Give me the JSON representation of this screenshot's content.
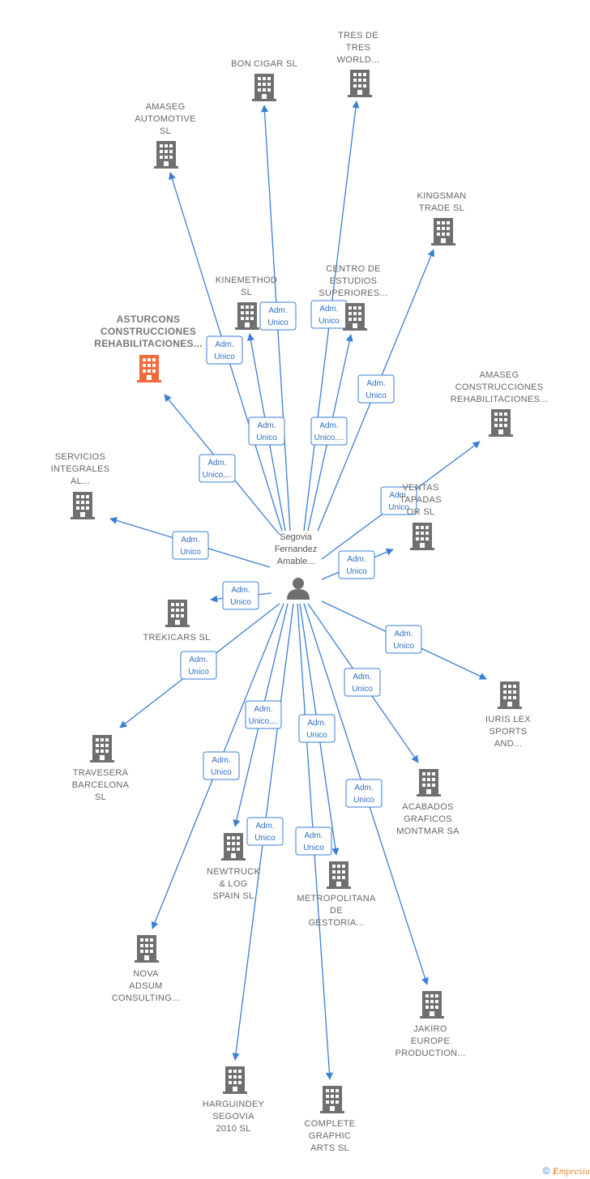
{
  "colors": {
    "edge": "#3a7fd5",
    "building": "#6f6f6f",
    "highlight": "#f26b3a",
    "person": "#6f6f6f"
  },
  "person": {
    "icon": "person-icon",
    "label": [
      "Segovia",
      "Fernandez",
      "Amable..."
    ]
  },
  "companies": [
    {
      "id": "bon-cigar",
      "lines": [
        "BON CIGAR  SL"
      ],
      "edge_label": [
        "Adm.",
        "Unico"
      ]
    },
    {
      "id": "tres-de-tres",
      "lines": [
        "TRES DE",
        "TRES",
        "WORLD..."
      ],
      "edge_label": [
        "Adm.",
        "Unico"
      ]
    },
    {
      "id": "amaseg-automotive",
      "lines": [
        "AMASEG",
        "AUTOMOTIVE",
        "SL"
      ],
      "edge_label": [
        "Adm.",
        "Unico"
      ]
    },
    {
      "id": "kingsman",
      "lines": [
        "KINGSMAN",
        "TRADE  SL"
      ],
      "edge_label": [
        "Adm.",
        "Unico"
      ]
    },
    {
      "id": "kinemethod",
      "lines": [
        "KINEMETHOD",
        "SL"
      ],
      "edge_label": [
        "Adm.",
        "Unico"
      ]
    },
    {
      "id": "centro-estudios",
      "lines": [
        "CENTRO DE",
        "ESTUDIOS",
        "SUPERIORES..."
      ],
      "edge_label": [
        "Adm.",
        "Unico,..."
      ]
    },
    {
      "id": "asturcons",
      "lines": [
        "ASTURCONS",
        "CONSTRUCCIONES",
        "REHABILITACIONES..."
      ],
      "highlight": true,
      "edge_label": [
        "Adm.",
        "Unico,..."
      ]
    },
    {
      "id": "amaseg-construcciones",
      "lines": [
        "AMASEG",
        "CONSTRUCCIONES",
        "REHABILITACIONES..."
      ],
      "edge_label": [
        "Adm.",
        "Unico"
      ]
    },
    {
      "id": "servicios-integrales",
      "lines": [
        "SERVICIOS",
        "INTEGRALES",
        "AL..."
      ],
      "edge_label": [
        "Adm.",
        "Unico"
      ]
    },
    {
      "id": "ventas-tapadas",
      "lines": [
        "VENTAS",
        "TAPADAS",
        "OR SL"
      ],
      "edge_label": [
        "Adm.",
        "Unico"
      ]
    },
    {
      "id": "trekicars",
      "lines": [
        "TREKICARS  SL"
      ],
      "edge_label": [
        "Adm.",
        "Unico"
      ]
    },
    {
      "id": "iuris-lex",
      "lines": [
        "IURIS LEX",
        "SPORTS",
        "AND..."
      ],
      "edge_label": [
        "Adm.",
        "Unico"
      ]
    },
    {
      "id": "travesera",
      "lines": [
        "TRAVESERA",
        "BARCELONA",
        "SL"
      ],
      "edge_label": [
        "Adm.",
        "Unico"
      ]
    },
    {
      "id": "acabados",
      "lines": [
        "ACABADOS",
        "GRAFICOS",
        "MONTMAR SA"
      ],
      "edge_label": [
        "Adm.",
        "Unico"
      ]
    },
    {
      "id": "newtruck",
      "lines": [
        "NEWTRUCK",
        "& LOG",
        "SPAIN  SL"
      ],
      "edge_label": [
        "Adm.",
        "Unico,..."
      ]
    },
    {
      "id": "metropolitana",
      "lines": [
        "METROPOLITANA",
        "DE",
        "GESTORIA..."
      ],
      "edge_label": [
        "Adm.",
        "Unico"
      ]
    },
    {
      "id": "nova-adsum",
      "lines": [
        "NOVA",
        "ADSUM",
        "CONSULTING..."
      ],
      "edge_label": [
        "Adm.",
        "Unico"
      ]
    },
    {
      "id": "jakiro",
      "lines": [
        "JAKIRO",
        "EUROPE",
        "PRODUCTION..."
      ],
      "edge_label": [
        "Adm.",
        "Unico"
      ]
    },
    {
      "id": "harguindey",
      "lines": [
        "HARGUINDEY",
        "SEGOVIA",
        "2010 SL"
      ],
      "edge_label": [
        "Adm.",
        "Unico"
      ]
    },
    {
      "id": "complete-graphic",
      "lines": [
        "COMPLETE",
        "GRAPHIC",
        "ARTS  SL"
      ],
      "edge_label": [
        "Adm.",
        "Unico"
      ]
    }
  ],
  "footer": {
    "copyright": "©",
    "brand_initial": "E",
    "brand_rest": "mpresia"
  }
}
